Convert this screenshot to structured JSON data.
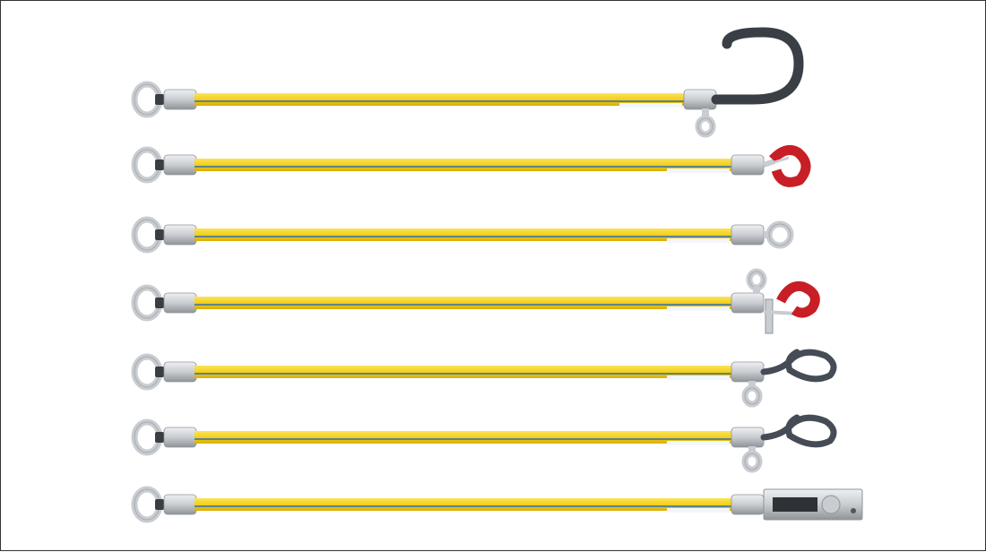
{
  "colors": {
    "rod": "#f4cf1b",
    "rod_shade": "#d9ae06",
    "stripe": "#2b6fb3",
    "metal": "#c9ccd0",
    "metal_dark": "#8f9499",
    "hook_red": "#c81e26",
    "bar_dark": "#3a3f45",
    "loop_dark": "#454c56"
  },
  "tools": [
    {
      "name": "rod-with-j-hook",
      "end": "j-hook"
    },
    {
      "name": "rod-with-red-hook",
      "end": "red-hook"
    },
    {
      "name": "rod-with-swivel-eye",
      "end": "eye"
    },
    {
      "name": "rod-with-swivel-red-hook",
      "end": "swivel-hook"
    },
    {
      "name": "rod-with-loop",
      "end": "loop"
    },
    {
      "name": "rod-with-loop-2",
      "end": "loop"
    },
    {
      "name": "rod-with-sheave-block",
      "end": "sheave"
    }
  ]
}
